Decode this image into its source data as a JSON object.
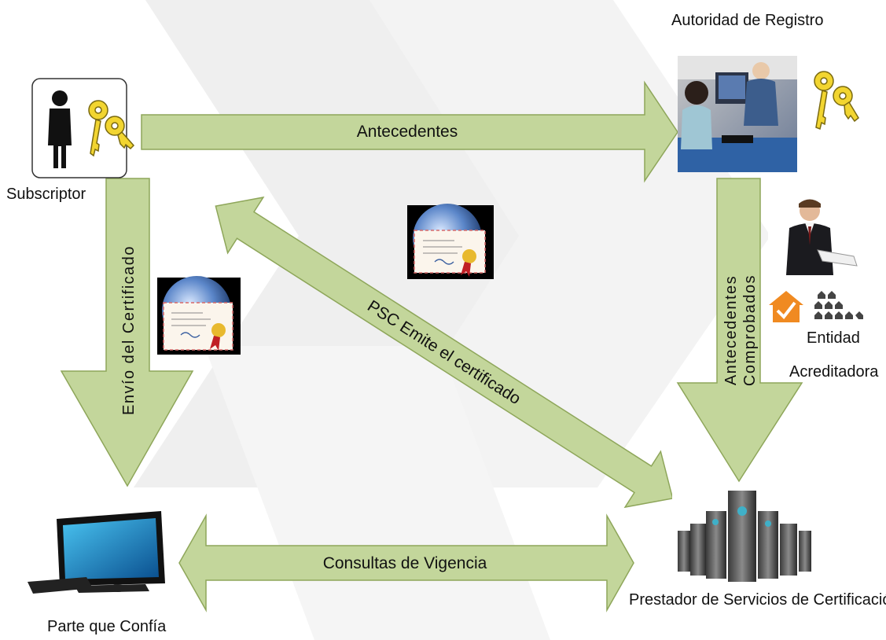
{
  "nodes": {
    "subscriber": "Subscriptor",
    "registration_authority": "Autoridad de Registro",
    "accreditation_entity_line1": "Entidad",
    "accreditation_entity_line2": "Acreditadora",
    "relying_party": "Parte que Confía",
    "service_provider": "Prestador de Servicios de Certificación"
  },
  "arrows": {
    "antecedentes": "Antecedentes",
    "envio_certificado": "Envío del Certificado",
    "psc_emite": "PSC Emite el certificado",
    "antecedentes_comprobados_line1": "Antecedentes",
    "antecedentes_comprobados_line2": "Comprobados",
    "consultas_vigencia": "Consultas de Vigencia"
  },
  "colors": {
    "arrow_fill": "#c3d69b",
    "arrow_stroke": "#8ea65a",
    "background_watermark": "#ededed"
  }
}
